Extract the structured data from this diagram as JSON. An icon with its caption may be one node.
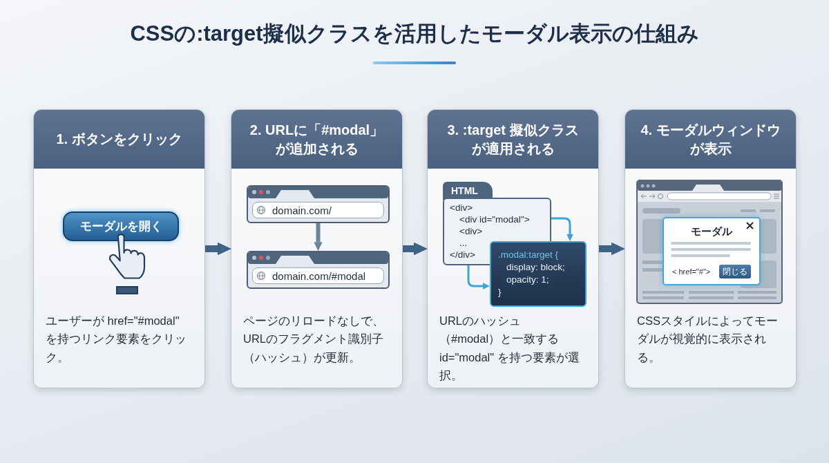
{
  "diagram": {
    "title": "CSSの:target擬似クラスを活用したモーダル表示の仕組み",
    "nodes": [
      {
        "text": [
          "1. ボタンをクリック",
          "ユーザーが href=\"#modal\" を持つリンク要素をクリック。"
        ]
      },
      {
        "text": [
          "モーダルを開く"
        ],
        "in": 0
      },
      {
        "text": [
          "2. URLに「#modal」が追加される",
          "ページのリロードなしで、URLのフラグメント識別子（ハッシュ）が更新。"
        ]
      },
      {
        "text": [
          "domain.com/"
        ],
        "in": 2
      },
      {
        "text": [
          "domain.com/#modal"
        ],
        "in": 2
      },
      {
        "text": [
          "3. :target 擬似クラスが適用される",
          "URLのハッシュ（#modal）と一致する id=\"modal\" を持つ要素が選択。"
        ]
      },
      {
        "text": [
          "HTML",
          "<div>",
          "<div id=\"modal\">",
          "<div>",
          "...",
          "</div>"
        ],
        "in": 5
      },
      {
        "text": [
          ".modal:target {",
          "display: block;",
          "opacity: 1;",
          "}"
        ],
        "in": 5
      },
      {
        "text": [
          "4. モーダルウィンドウが表示",
          "CSSスタイルによってモーダルが視覚的に表示される。"
        ]
      },
      {
        "text": [
          "モーダル",
          "< href=\"#\">"
        ],
        "in": 8
      },
      {
        "text": [
          "閉じる"
        ],
        "in": 9
      }
    ],
    "edges": [
      {
        "from": 0,
        "to": 2,
        "arrow": "to"
      },
      {
        "from": 2,
        "to": 5,
        "arrow": "to"
      },
      {
        "from": 5,
        "to": 8,
        "arrow": "to"
      },
      {
        "from": 3,
        "to": 4,
        "arrow": "to"
      },
      {
        "from": 6,
        "to": 7,
        "arrow": "to",
        "color": "#3fa3d6"
      },
      {
        "from": 6,
        "to": 7,
        "arrow": "to",
        "color": "#3fa3d6"
      }
    ]
  }
}
